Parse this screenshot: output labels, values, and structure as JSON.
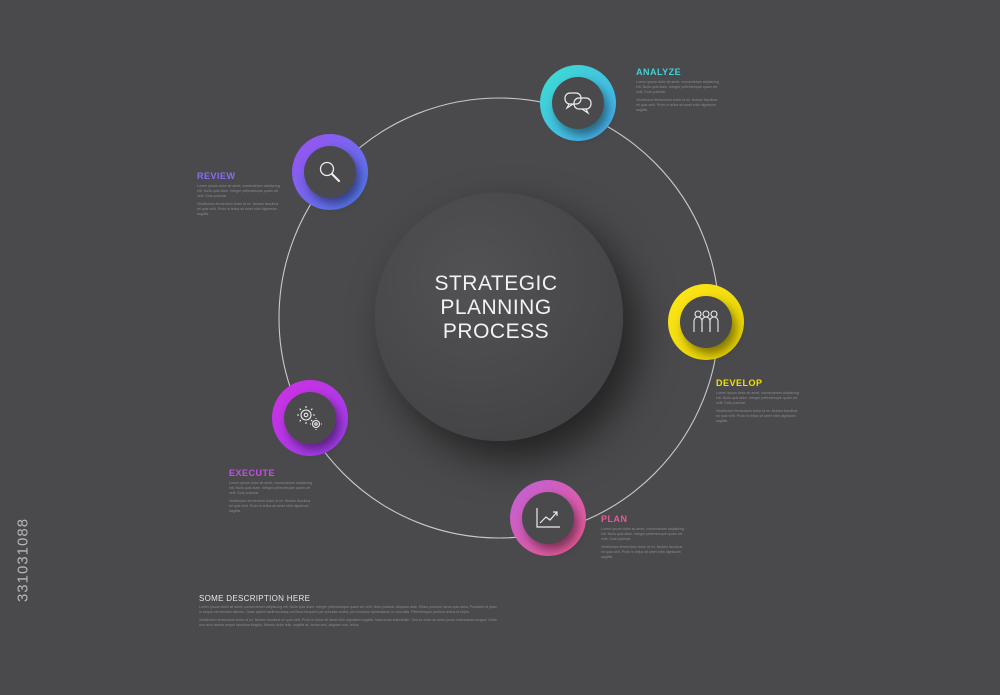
{
  "center": {
    "title": "STRATEGIC\nPLANNING\nPROCESS"
  },
  "steps": [
    {
      "key": "analyze",
      "label": "ANALYZE",
      "color": "#3fd1d8",
      "ring_gradient": [
        "#3be0d0",
        "#4aa8f0"
      ],
      "icon": "chat-bubbles-icon",
      "text": [
        "Lorem ipsum dolor sit amet, consectetuer adipiscing elit. Nulla quis diam. Integer pellentesque quam vel velit. Duis pulvinar.",
        "Vestibulum fermentum tortor id mi. Nullam faucibus mi quis velit. Proin in tellus sit amet nibh dignissim sagittis."
      ]
    },
    {
      "key": "develop",
      "label": "DEVELOP",
      "color": "#f2e200",
      "ring_gradient": [
        "#ffe81a",
        "#e4d000"
      ],
      "icon": "team-people-icon",
      "text": [
        "Lorem ipsum dolor sit amet, consectetuer adipiscing elit. Nulla quis diam. Integer pellentesque quam vel velit. Duis pulvinar.",
        "Vestibulum fermentum tortor id mi. Nullam faucibus mi quis velit. Proin in tellus sit amet nibh dignissim sagittis."
      ]
    },
    {
      "key": "plan",
      "label": "PLAN",
      "color": "#e8589c",
      "ring_gradient": [
        "#c060d8",
        "#ee5a90"
      ],
      "icon": "growth-chart-icon",
      "text": [
        "Lorem ipsum dolor sit amet, consectetuer adipiscing elit. Nulla quis diam. Integer pellentesque quam vel velit. Duis pulvinar.",
        "Vestibulum fermentum tortor id mi. Nullam faucibus mi quis velit. Proin in tellus sit amet nibh dignissim sagittis."
      ]
    },
    {
      "key": "execute",
      "label": "EXECUTE",
      "color": "#c04ee8",
      "ring_gradient": [
        "#d030e0",
        "#9b3ff0"
      ],
      "icon": "gears-icon",
      "text": [
        "Lorem ipsum dolor sit amet, consectetuer adipiscing elit. Nulla quis diam. Integer pellentesque quam vel velit. Duis pulvinar.",
        "Vestibulum fermentum tortor id mi. Nullam faucibus mi quis velit. Proin in tellus sit amet nibh dignissim sagittis."
      ]
    },
    {
      "key": "review",
      "label": "REVIEW",
      "color": "#8a6cf0",
      "ring_gradient": [
        "#a050f0",
        "#4a7ef0"
      ],
      "icon": "magnifier-icon",
      "text": [
        "Lorem ipsum dolor sit amet, consectetuer adipiscing elit. Nulla quis diam. Integer pellentesque quam vel velit. Duis pulvinar.",
        "Vestibulum fermentum tortor id mi. Nullam faucibus mi quis velit. Proin in tellus sit amet nibh dignissim sagittis."
      ]
    }
  ],
  "description": {
    "title": "SOME DESCRIPTION HERE",
    "text": [
      "Lorem ipsum dolor sit amet, consectetuer adipiscing elit. Nulla quis diam. Integer pellentesque quam vel velit. Duis pulvinar. Aliquam ante. Etiam posuere lacus quis dolor. Praesent id justo in neque elementum ultrices. Class aptent taciti sociosqu ad litora torquent per conubia nostra, per inceptos hymenaeos. In convallis. Pellentesque pretium lectus id turpis.",
      "Vestibulum fermentum tortor id mi. Nullam faucibus mi quis velit. Proin in tellus sit amet nibh dignissim sagittis. Maecenas sollicitudin. Sed ac dolor sit amet purus malesuada congue. Nulla non arcu lacinia neque faucibus fringilla. Mauris dolor felis, sagittis at, luctus sed, aliquam non, tellus."
    ]
  },
  "credit": "331031088"
}
